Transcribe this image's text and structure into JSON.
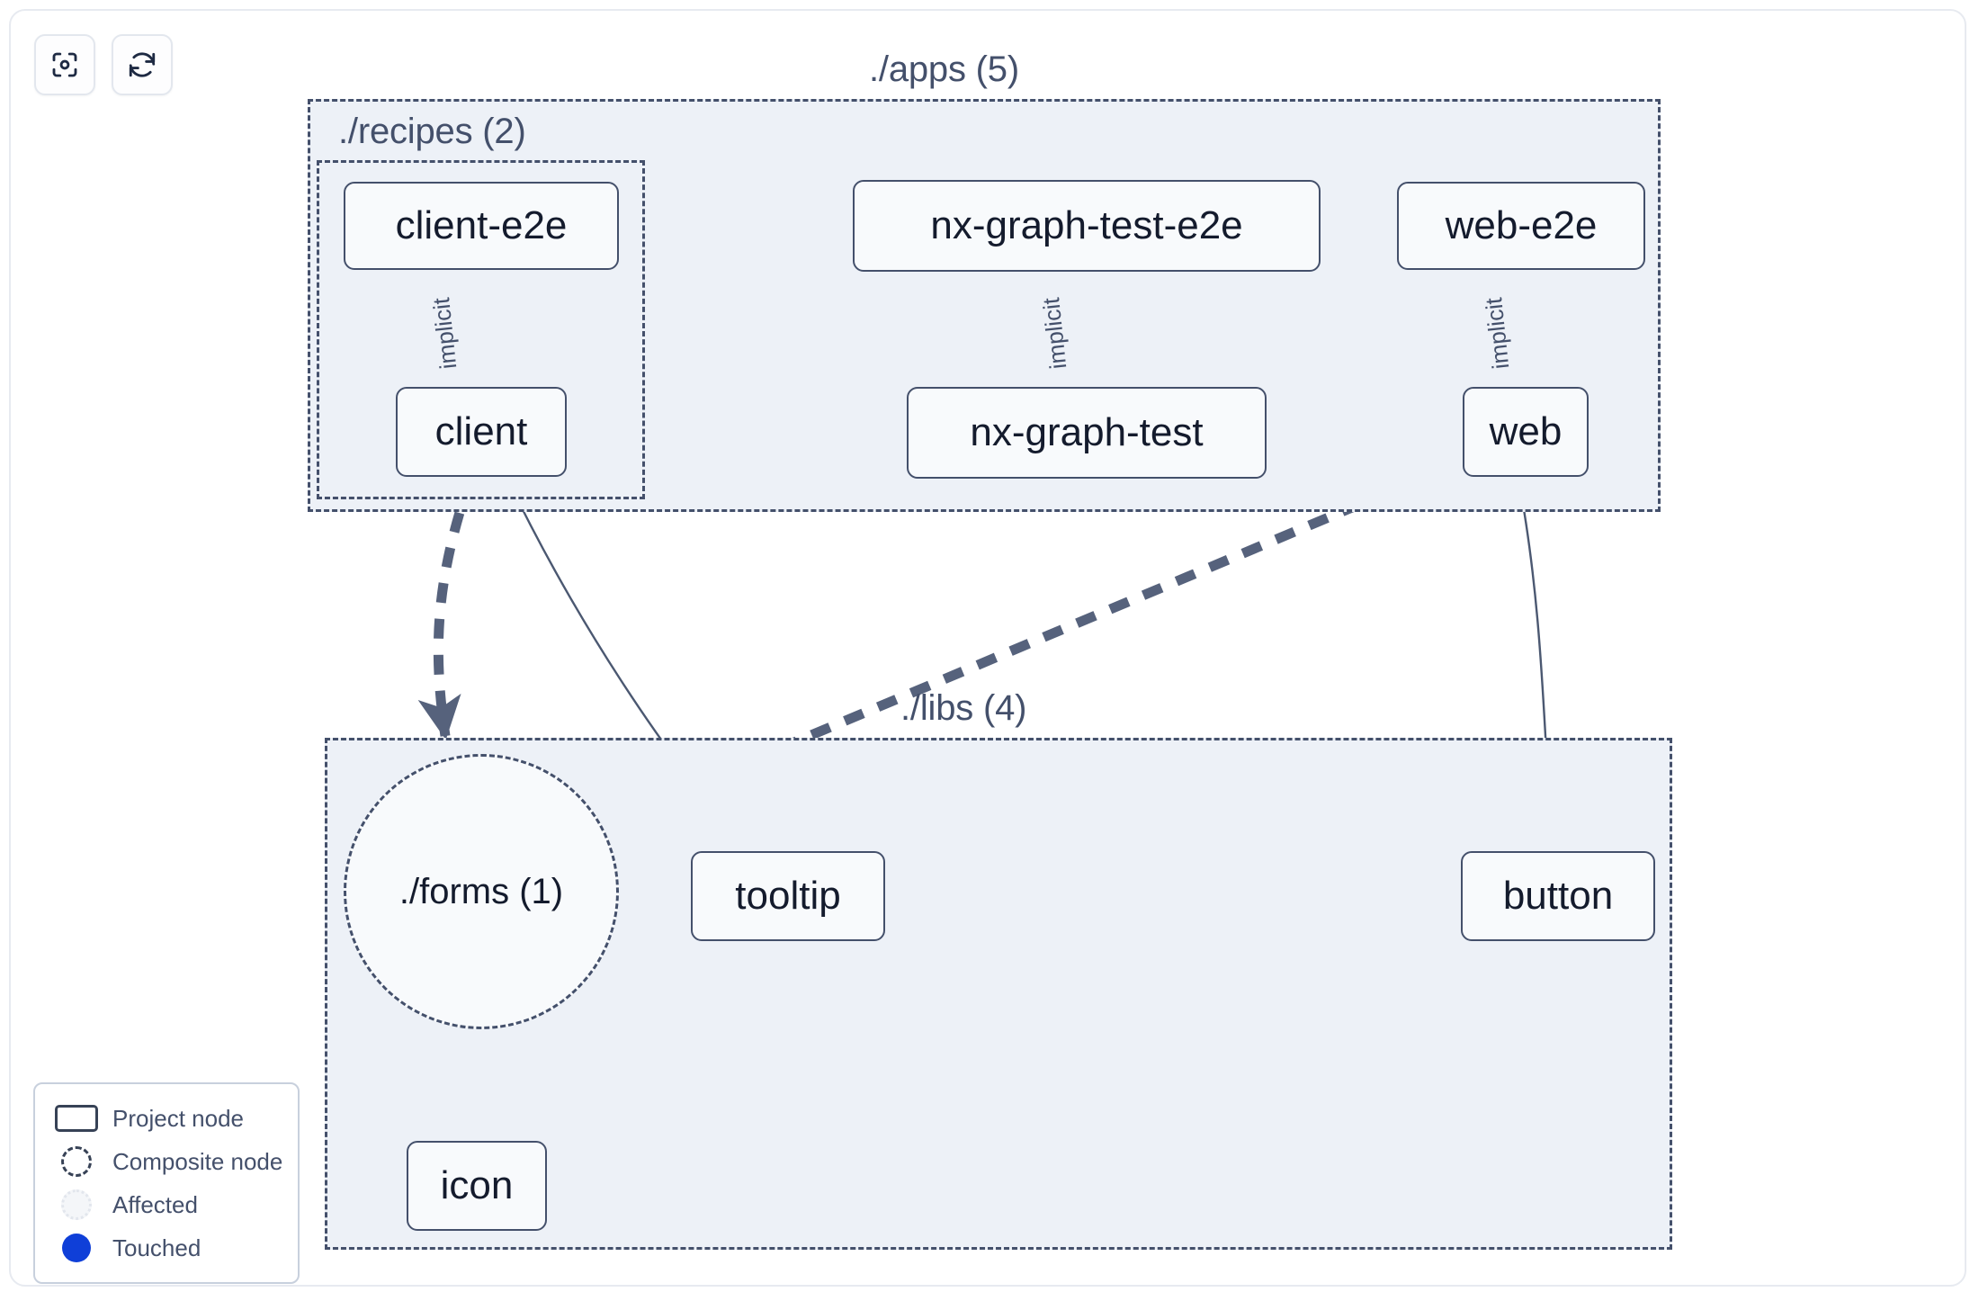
{
  "toolbar": {
    "buttons": [
      {
        "name": "focus-graph-button",
        "icon": "focus-target-icon",
        "label": ""
      },
      {
        "name": "refresh-graph-button",
        "icon": "refresh-icon",
        "label": ""
      }
    ]
  },
  "graph": {
    "groups": [
      {
        "id": "apps",
        "label": "./apps (5)",
        "count": 5
      },
      {
        "id": "recipes",
        "label": "./recipes (2)",
        "count": 2
      },
      {
        "id": "libs",
        "label": "./libs (4)",
        "count": 4
      }
    ],
    "nodes": [
      {
        "id": "client-e2e",
        "label": "client-e2e",
        "type": "project"
      },
      {
        "id": "client",
        "label": "client",
        "type": "project"
      },
      {
        "id": "nx-graph-test-e2e",
        "label": "nx-graph-test-e2e",
        "type": "project"
      },
      {
        "id": "nx-graph-test",
        "label": "nx-graph-test",
        "type": "project"
      },
      {
        "id": "web-e2e",
        "label": "web-e2e",
        "type": "project"
      },
      {
        "id": "web",
        "label": "web",
        "type": "project"
      },
      {
        "id": "forms",
        "label": "./forms (1)",
        "type": "composite"
      },
      {
        "id": "tooltip",
        "label": "tooltip",
        "type": "project"
      },
      {
        "id": "button",
        "label": "button",
        "type": "project"
      },
      {
        "id": "icon",
        "label": "icon",
        "type": "project"
      }
    ],
    "edges": [
      {
        "from": "client-e2e",
        "to": "client",
        "label": "implicit",
        "style": "solid"
      },
      {
        "from": "nx-graph-test-e2e",
        "to": "nx-graph-test",
        "label": "implicit",
        "style": "solid"
      },
      {
        "from": "web-e2e",
        "to": "web",
        "label": "implicit",
        "style": "solid"
      },
      {
        "from": "client",
        "to": "forms",
        "label": "",
        "style": "dashed"
      },
      {
        "from": "client",
        "to": "tooltip",
        "label": "",
        "style": "solid"
      },
      {
        "from": "web",
        "to": "forms",
        "label": "",
        "style": "dashed"
      },
      {
        "from": "web",
        "to": "button",
        "label": "",
        "style": "solid"
      },
      {
        "from": "forms",
        "to": "icon",
        "label": "",
        "style": "dashed"
      }
    ],
    "edge_labels": [
      {
        "id": "implicit-1",
        "text": "implicit"
      },
      {
        "id": "implicit-2",
        "text": "implicit"
      },
      {
        "id": "implicit-3",
        "text": "implicit"
      }
    ]
  },
  "legend": {
    "items": [
      {
        "swatch": "project-node-swatch",
        "label": "Project node"
      },
      {
        "swatch": "composite-node-swatch",
        "label": "Composite node"
      },
      {
        "swatch": "affected-swatch",
        "label": "Affected"
      },
      {
        "swatch": "touched-swatch",
        "label": "Touched"
      }
    ]
  },
  "colors": {
    "group_fill": "#edf1f7",
    "group_border": "#44506b",
    "node_fill": "#f8fafc",
    "node_border": "#44506b",
    "node_text": "#141b2d",
    "label_text": "#44506b",
    "touched": "#0f3fd8",
    "frame_border": "#e7eaf0",
    "canvas": "#ffffff"
  }
}
